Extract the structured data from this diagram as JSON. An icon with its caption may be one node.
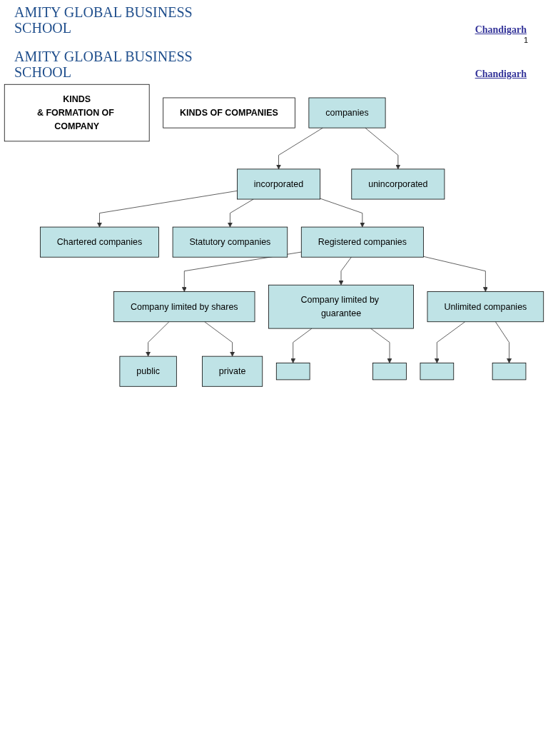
{
  "diagram": {
    "nodes": [
      {
        "text": [
          "KINDS",
          "& FORMATION OF COMPANY"
        ]
      },
      {
        "text": [
          "KINDS OF COMPANIES"
        ]
      },
      {
        "text": [
          "companies"
        ]
      },
      {
        "text": [
          "incorporated"
        ]
      },
      {
        "text": [
          "unincorporated"
        ]
      },
      {
        "text": [
          "Chartered companies"
        ]
      },
      {
        "text": [
          "Statutory companies"
        ]
      },
      {
        "text": [
          "Registered companies"
        ]
      },
      {
        "text": [
          "Company limited by shares"
        ]
      },
      {
        "text": [
          "Company limited by guarantee"
        ]
      },
      {
        "text": [
          "Unlimited companies"
        ]
      },
      {
        "text": [
          "public"
        ]
      },
      {
        "text": [
          "private"
        ]
      },
      {
        "text": [],
        "shape": "box"
      },
      {
        "text": [],
        "shape": "box"
      },
      {
        "text": [],
        "shape": "box"
      },
      {
        "text": [],
        "shape": "box"
      }
    ],
    "edges": [
      {
        "from": 2,
        "to": 3,
        "arrow": "to"
      },
      {
        "from": 2,
        "to": 4,
        "arrow": "to"
      },
      {
        "from": 3,
        "to": 5,
        "arrow": "to"
      },
      {
        "from": 3,
        "to": 6,
        "arrow": "to"
      },
      {
        "from": 3,
        "to": 7,
        "arrow": "to"
      },
      {
        "from": 7,
        "to": 8,
        "arrow": "to"
      },
      {
        "from": 7,
        "to": 9,
        "arrow": "to"
      },
      {
        "from": 7,
        "to": 10,
        "arrow": "to"
      },
      {
        "from": 8,
        "to": 11,
        "arrow": "to"
      },
      {
        "from": 8,
        "to": 12,
        "arrow": "to"
      },
      {
        "from": 9,
        "to": 13,
        "arrow": "to"
      },
      {
        "from": 9,
        "to": 14,
        "arrow": "to"
      },
      {
        "from": 10,
        "to": 15,
        "arrow": "to"
      },
      {
        "from": 10,
        "to": 16,
        "arrow": "to"
      }
    ],
    "labels": [
      "AMITY GLOBAL BUSINESS SCHOOL",
      "Chandigarh",
      "1",
      "AMITY GLOBAL BUSINESS SCHOOL",
      "Chandigarh"
    ]
  }
}
